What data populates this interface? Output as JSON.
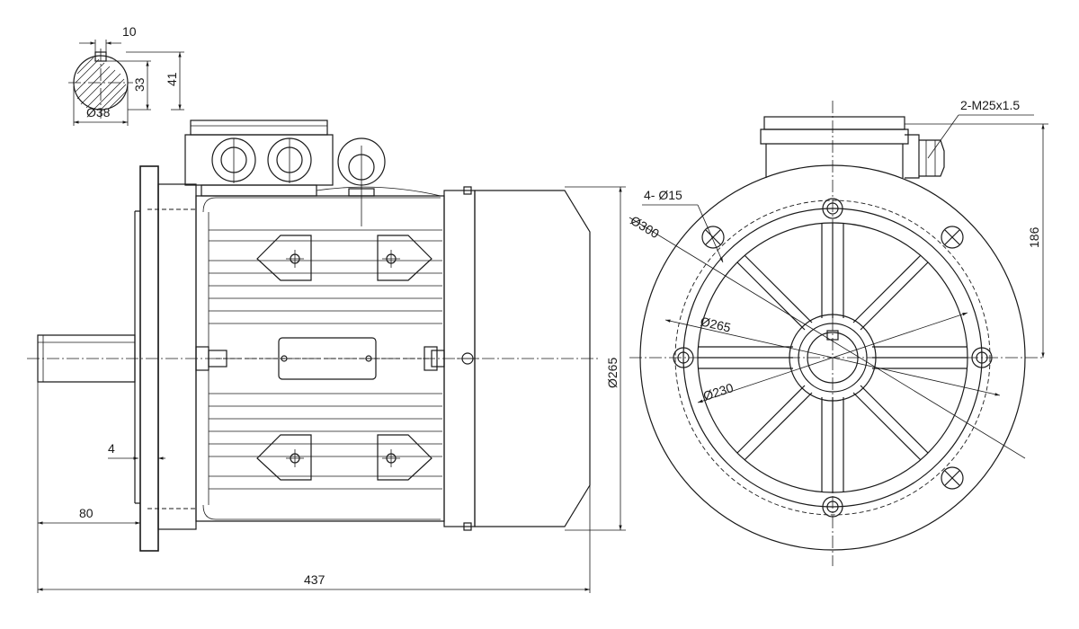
{
  "dims": {
    "key_width": "10",
    "shaft_key_depth": "33",
    "shaft_height": "41",
    "shaft_diameter": "Ø38",
    "cable_gland": "2-M25x1.5",
    "bolt_holes": "4- Ø15",
    "flange_od": "Ø300",
    "pcd": "Ø265",
    "spigot": "Ø230",
    "body_dia": "Ø265",
    "centre_height": "186",
    "flange_thickness": "4",
    "shaft_length": "80",
    "total_length": "437"
  },
  "colors": {
    "line": "#1a1a1a",
    "background": "#ffffff"
  }
}
